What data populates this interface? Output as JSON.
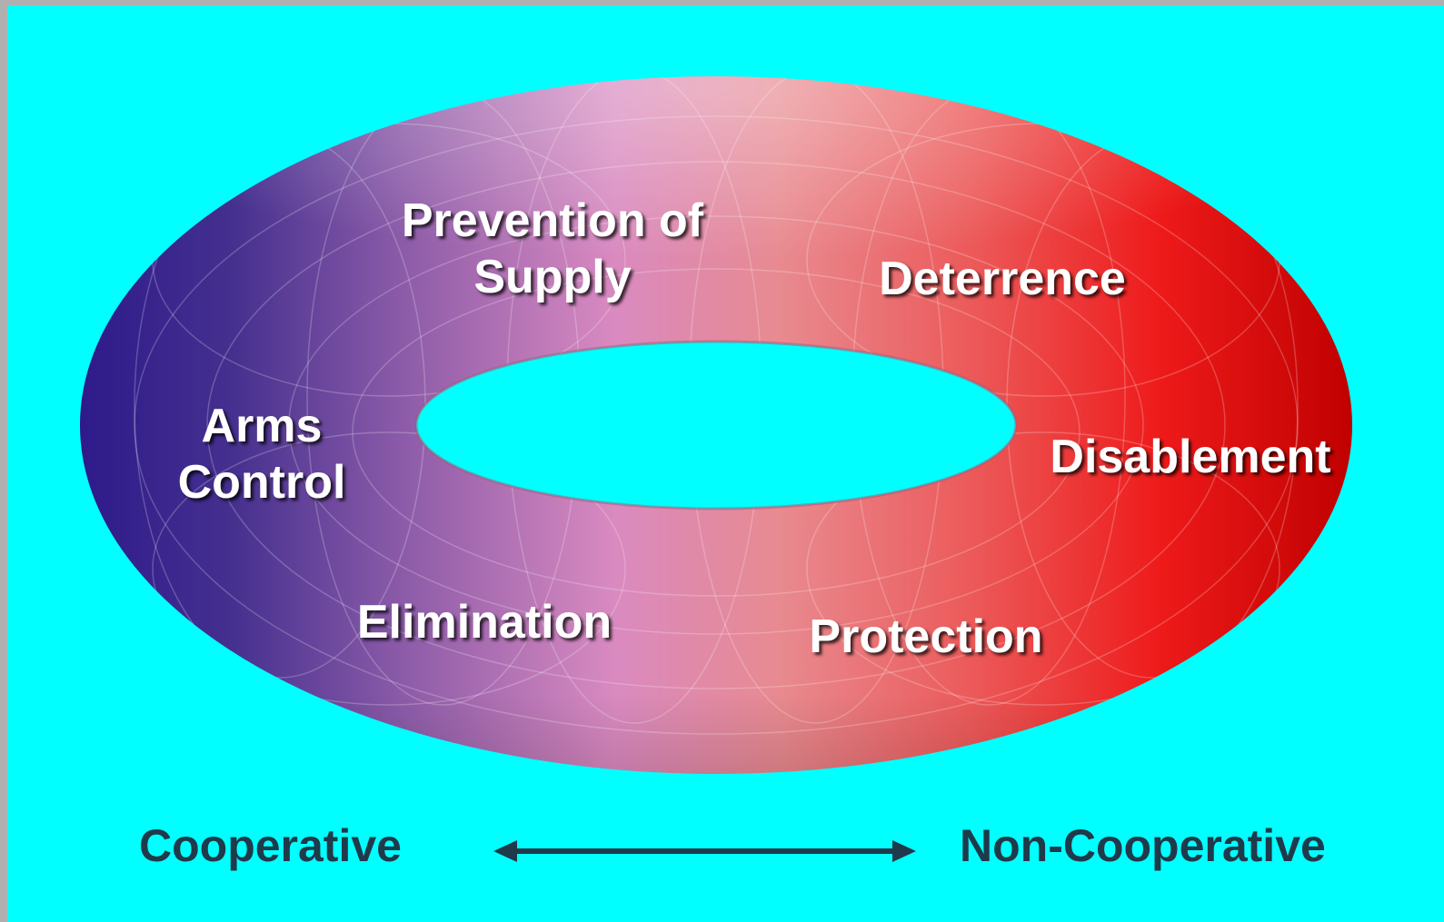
{
  "diagram": {
    "ring_labels": {
      "prevention": "Prevention of\nSupply",
      "deterrence": "Deterrence",
      "arms_control": "Arms\nControl",
      "disablement": "Disablement",
      "elimination": "Elimination",
      "protection": "Protection"
    },
    "axis": {
      "left": "Cooperative",
      "right": "Non-Cooperative"
    }
  },
  "colors": {
    "background": "#00ffff",
    "cooperative_end": "#3a1f8f",
    "middle": "#d488c0",
    "non_cooperative_end": "#ee0000",
    "label_text": "#ffffff",
    "axis_text": "#1f3a4a"
  }
}
